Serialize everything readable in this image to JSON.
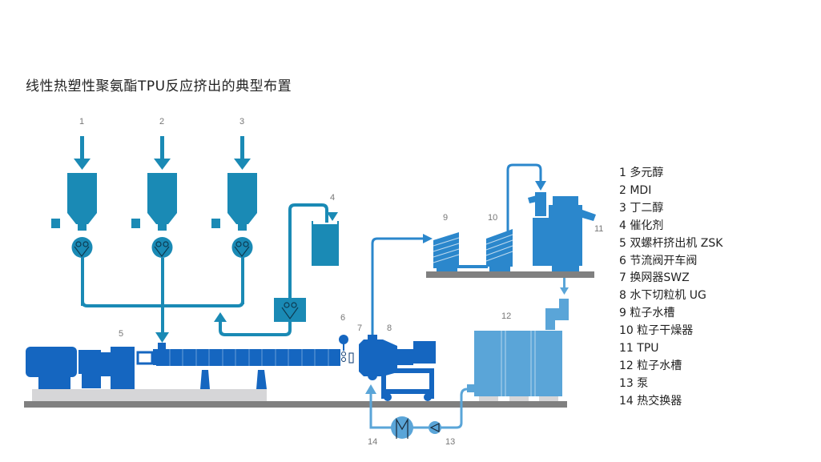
{
  "title": "线性热塑性聚氨酯TPU反应挤出的典型布置",
  "colors": {
    "feed": "#1a8ab5",
    "extruder": "#1566c0",
    "pellet": "#2b87cc",
    "water": "#5aa5d8",
    "ground": "#808080",
    "base": "#d6d6d8"
  },
  "diagram_labels": [
    "1",
    "2",
    "3",
    "4",
    "5",
    "6",
    "7",
    "8",
    "9",
    "10",
    "11",
    "12",
    "13",
    "14"
  ],
  "legend": [
    "1 多元醇",
    "2 MDI",
    "3 丁二醇",
    "4 催化剂",
    "5 双螺杆挤出机 ZSK",
    "6 节流阀开车阀",
    "7 换网器SWZ",
    "8 水下切粒机 UG",
    "9 粒子水槽",
    "10 粒子干燥器",
    "11 TPU",
    "12 粒子水槽",
    "13 泵",
    "14 热交换器"
  ]
}
